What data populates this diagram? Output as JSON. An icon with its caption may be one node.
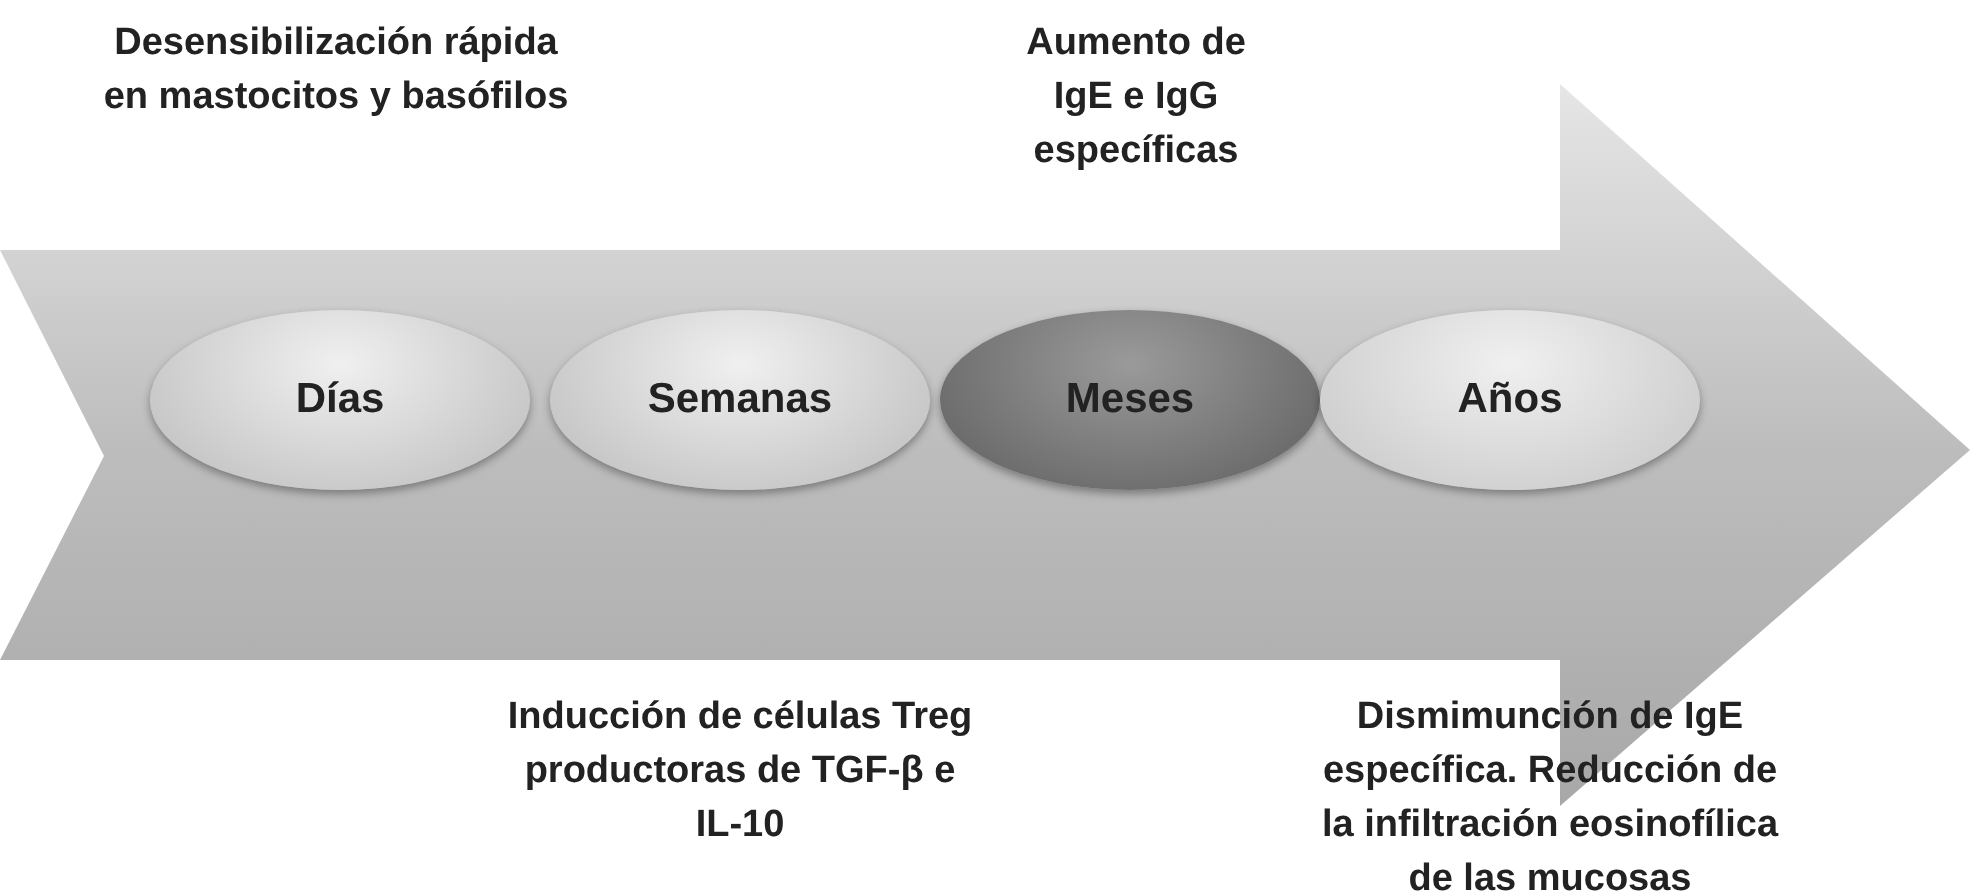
{
  "diagram": {
    "nodes": [
      {
        "text": [],
        "shape": "arrow"
      },
      {
        "text": [
          "Días"
        ],
        "in": 0
      },
      {
        "text": [
          "Semanas"
        ],
        "in": 0
      },
      {
        "text": [
          "Meses"
        ],
        "in": 0
      },
      {
        "text": [
          "Años"
        ],
        "in": 0
      }
    ],
    "labels": [
      "Desensibilización rápida en mastocitos y basófilos",
      "Aumento de IgE e IgG específicas",
      "Inducción de células Treg productoras de TGF-β e IL-10",
      "Dismimunción de IgE específica. Reducción de la infiltración eosinofílica de las mucosas"
    ]
  }
}
